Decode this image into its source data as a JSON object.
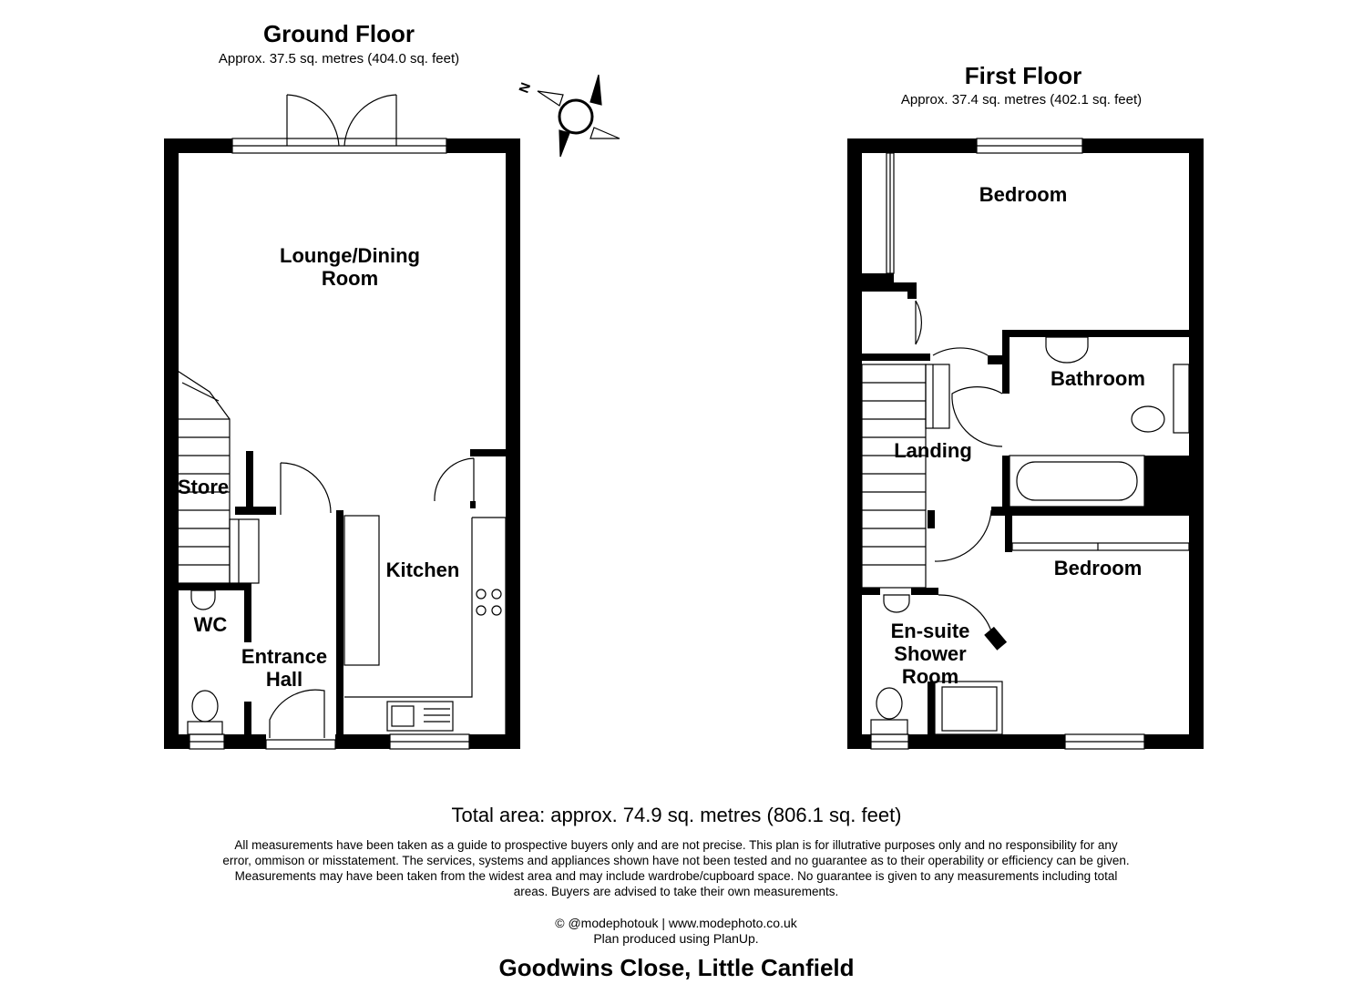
{
  "ground_floor": {
    "title": "Ground Floor",
    "area": "Approx. 37.5 sq. metres (404.0 sq. feet)",
    "rooms": {
      "lounge_line1": "Lounge/Dining",
      "lounge_line2": "Room",
      "store": "Store",
      "kitchen": "Kitchen",
      "wc": "WC",
      "hall_line1": "Entrance",
      "hall_line2": "Hall"
    }
  },
  "first_floor": {
    "title": "First Floor",
    "area": "Approx. 37.4 sq. metres (402.1 sq. feet)",
    "rooms": {
      "bedroom1": "Bedroom",
      "bathroom": "Bathroom",
      "landing": "Landing",
      "bedroom2": "Bedroom",
      "ensuite_line1": "En-suite",
      "ensuite_line2": "Shower",
      "ensuite_line3": "Room"
    }
  },
  "compass": {
    "icon": "north-compass-icon",
    "label": "N"
  },
  "total_area": "Total area: approx. 74.9 sq. metres (806.1 sq. feet)",
  "disclaimer": "All measurements have been taken as a guide to prospective buyers only and are not precise. This plan is for illutrative purposes only and no responsibility for any error, ommison or misstatement. The services, systems and appliances shown have not been tested and no guarantee as to their operability or efficiency can be given. Measurements may have been taken from the widest area and may include wardrobe/cupboard space. No guarantee is given to any measurements including total areas. Buyers are advised to take their own measurements.",
  "credit_line1": "© @modephotouk | www.modephoto.co.uk",
  "credit_line2": "Plan produced using PlanUp.",
  "address": "Goodwins Close, Little Canfield",
  "colors": {
    "wall": "#000000",
    "fixture": "#000000",
    "background": "#ffffff"
  }
}
